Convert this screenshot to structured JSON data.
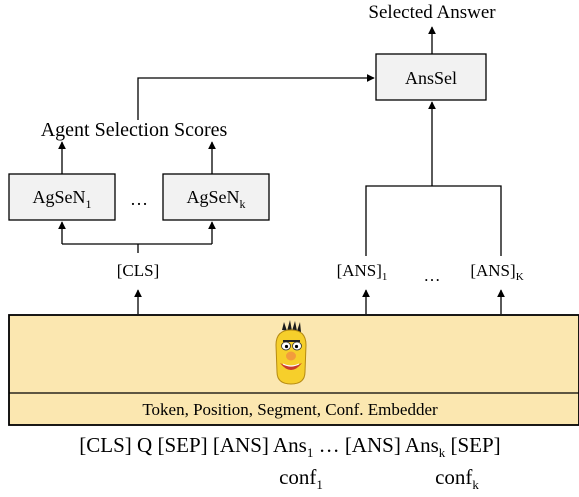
{
  "top": {
    "title": "Selected Answer",
    "anssel_label": "AnsSel"
  },
  "agents": {
    "scores_title": "Agent Selection Scores",
    "agse_base": "AgSeN",
    "agse_sub_first": "1",
    "agse_sub_last": "k",
    "ellipsis": "…"
  },
  "outputs": {
    "cls": "[CLS]",
    "ans_base": "[ANS]",
    "ans_sub_first": "1",
    "ellipsis": "…",
    "ans_sub_last": "K"
  },
  "encoder": {
    "embedder_label": "Token, Position, Segment, Conf. Embedder",
    "mascot": "bert-mascot-icon",
    "colors": {
      "band": "#fbe7b0",
      "box": "#f2f2f2"
    }
  },
  "input": {
    "line1_a": "[CLS] Q [SEP] [ANS] Ans",
    "line1_sub1": "1",
    "line1_b": " … [ANS] Ans",
    "line1_subk": "k",
    "line1_c": " [SEP]",
    "conf_base": "conf",
    "conf_sub_1": "1",
    "conf_sub_k": "k"
  }
}
